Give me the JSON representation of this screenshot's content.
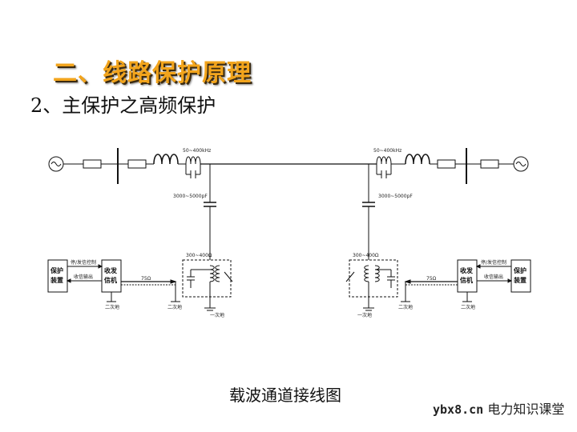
{
  "slide": {
    "title": "二、线路保护原理",
    "subtitle": "2、主保护之高频保护",
    "caption": "载波通道接线图",
    "watermark_site": "ybx8.cn",
    "watermark_brand": "电力知识课堂"
  },
  "diagram": {
    "wave_trap_left": "50~400kHz",
    "wave_trap_right": "50~400kHz",
    "coupling_cap_left": "3000~5000pF",
    "coupling_cap_right": "3000~5000pF",
    "filter_left": "300~400Ω",
    "filter_right": "300~400Ω",
    "left_station": {
      "protection": [
        "保护",
        "装置"
      ],
      "transceiver": [
        "收发",
        "信机"
      ],
      "signal_top": "停/发信控制",
      "signal_bottom": "收信输出",
      "cable": "75Ω",
      "ground_a": "二次地",
      "ground_b": "二次地",
      "ground_c": "一次地"
    },
    "right_station": {
      "protection": [
        "保护",
        "装置"
      ],
      "transceiver": [
        "收发",
        "信机"
      ],
      "signal_top": "停/发信控制",
      "signal_bottom": "收信输出",
      "cable": "75Ω",
      "ground_a": "一次地",
      "ground_b": "二次地",
      "ground_c": "二次地"
    }
  }
}
